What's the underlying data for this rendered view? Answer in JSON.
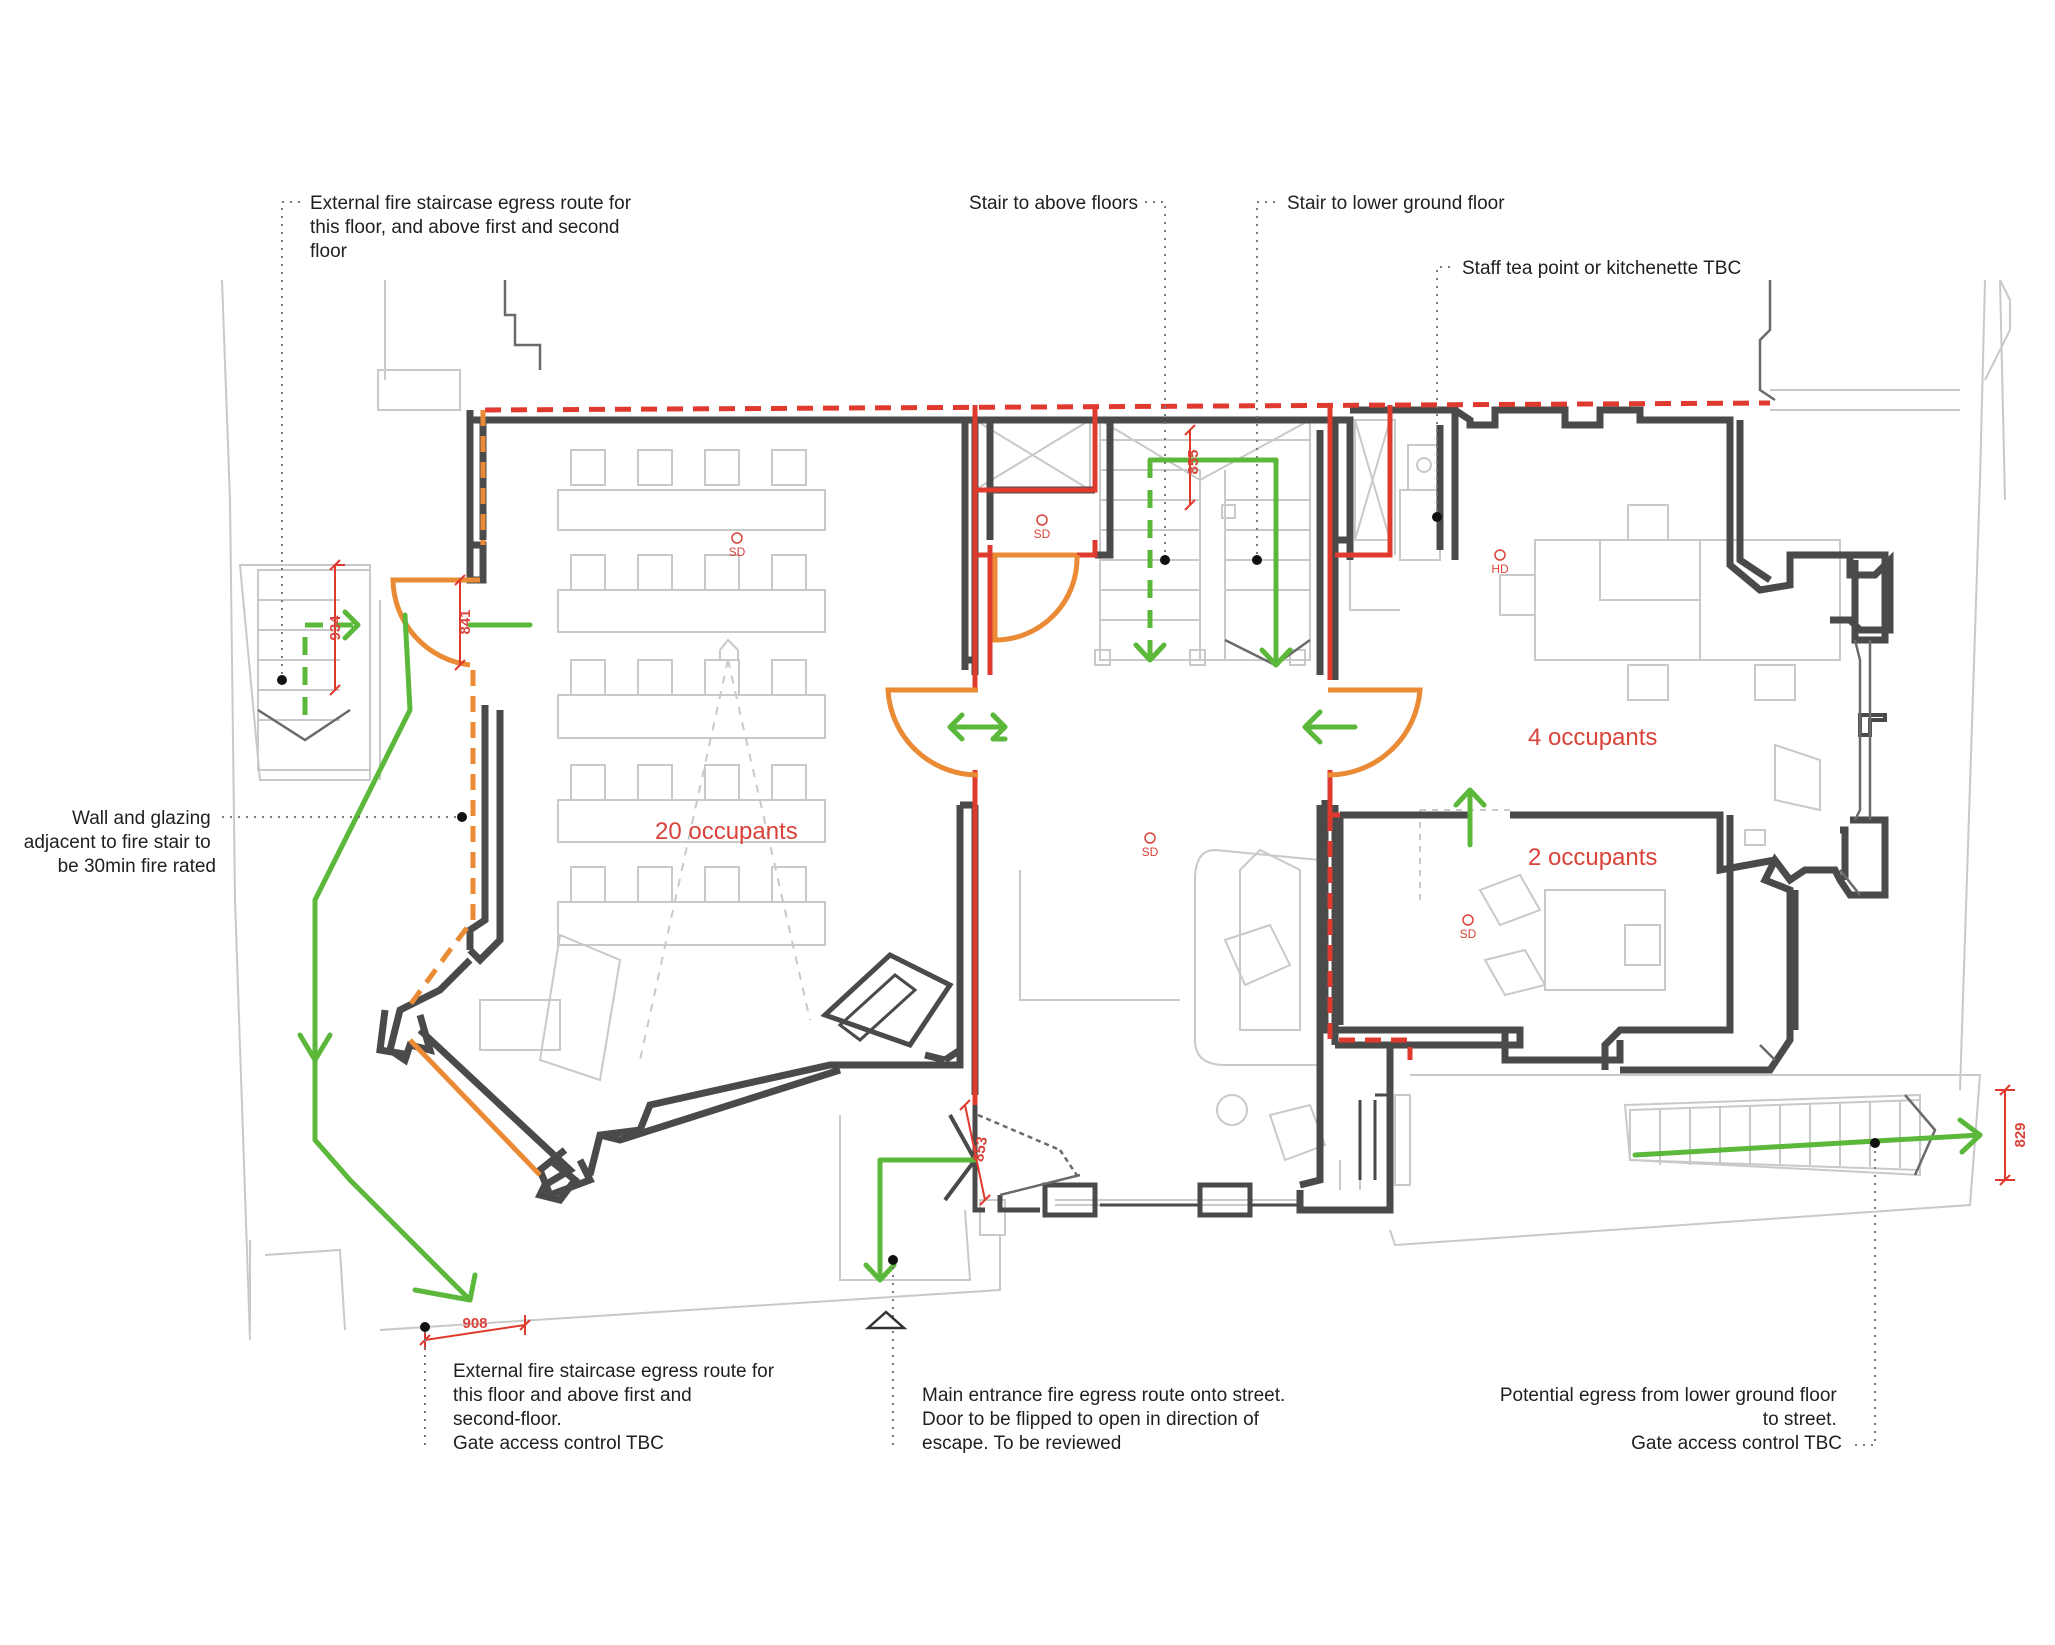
{
  "annotations": {
    "ext_stair_top": [
      "External fire staircase egress route for",
      "this floor, and above first and second",
      "floor"
    ],
    "stair_above": "Stair to above floors",
    "stair_lower": "Stair to lower ground floor",
    "tea_point": "Staff tea point or kitchenette TBC",
    "wall_glazing": [
      "Wall and glazing",
      "adjacent to fire stair to",
      "be 30min fire rated"
    ],
    "ext_stair_bottom": [
      "External fire staircase egress route for",
      "this floor and above first and",
      "second-floor.",
      "Gate access control TBC"
    ],
    "main_entrance": [
      "Main entrance fire egress route onto street.",
      "Door to be flipped to open in direction of",
      "escape. To be reviewed"
    ],
    "lower_ground": [
      "Potential egress from lower ground floor",
      "to street.",
      "Gate access control TBC"
    ]
  },
  "occupancy": {
    "room_large": "20 occupants",
    "room_right": "4 occupants",
    "room_small": "2 occupants"
  },
  "dimensions": {
    "d841": "841",
    "d934": "934",
    "d855": "855",
    "d853": "853",
    "d908": "908",
    "d829": "829"
  },
  "detectors": {
    "sd": "SD",
    "hd": "HD"
  },
  "colors": {
    "fire_line": "#e03a2f",
    "door_swing": "#ea8a35",
    "egress_route": "#5bb83b",
    "walls": "#4a4a4a"
  }
}
